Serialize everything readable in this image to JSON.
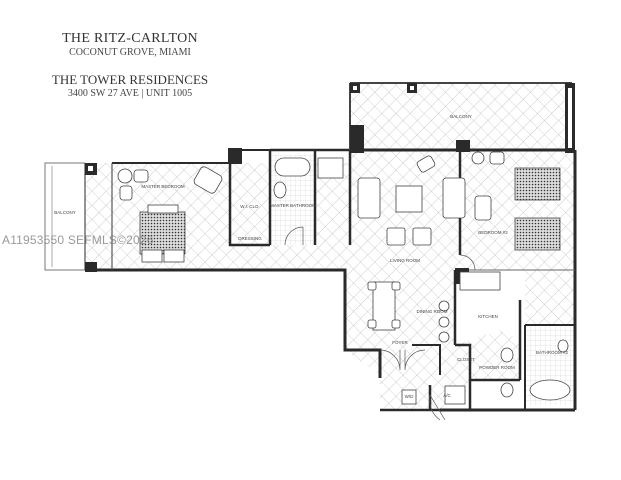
{
  "header": {
    "brand": "THE RITZ-CARLTON",
    "location": "COCONUT GROVE, MIAMI",
    "building": "THE TOWER RESIDENCES",
    "address": "3400 SW 27 AVE | UNIT 1005"
  },
  "rooms": {
    "balcony_left": "BALCONY",
    "master_bedroom": "MASTER BEDROOM",
    "walk_in_closet": "W.I. CLO.",
    "dressing": "DRESSING",
    "master_bathroom": "MASTER BATHROOM",
    "balcony_top": "BALCONY",
    "living_room": "LIVING ROOM",
    "dining_room": "DINING ROOM",
    "bedroom_2": "BEDROOM #2",
    "kitchen": "KITCHEN",
    "foyer": "FOYER",
    "closet": "CLOSET",
    "powder_room": "POWDER ROOM",
    "bathroom_2": "BATHROOM #2",
    "ac": "A/C",
    "laundry": "W/D"
  },
  "watermark": "A11953550  SEFMLS©2026",
  "colors": {
    "wall": "#2a2a2a",
    "hatch": "#9a9a9a",
    "line": "#555555"
  }
}
